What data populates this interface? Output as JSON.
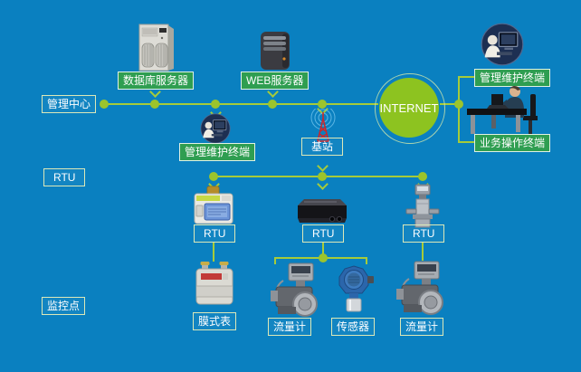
{
  "colors": {
    "background": "#0a80c0",
    "line_green": "#a6cb3a",
    "dot_green": "#9cc42c",
    "node_green": "#8dc320",
    "label_green_bg": "#2f9e51",
    "text_white": "#ffffff"
  },
  "row_labels": {
    "management_center": "管理中心",
    "rtu": "RTU",
    "monitoring_point": "监控点"
  },
  "servers": {
    "database": "数据库服务器",
    "web": "WEB服务器"
  },
  "terminals": {
    "mgmt_center": "管理维护终端",
    "mgmt_right": "管理维护终端",
    "business": "业务操作终端"
  },
  "internet": {
    "label": "INTERNET"
  },
  "base_station": {
    "label": "基站"
  },
  "rtu_units": {
    "rtu1": "RTU",
    "rtu2": "RTU",
    "rtu3": "RTU"
  },
  "endpoints": {
    "membrane_meter": "膜式表",
    "flow_meter_left": "流量计",
    "sensor": "传感器",
    "flow_meter_right": "流量计"
  }
}
